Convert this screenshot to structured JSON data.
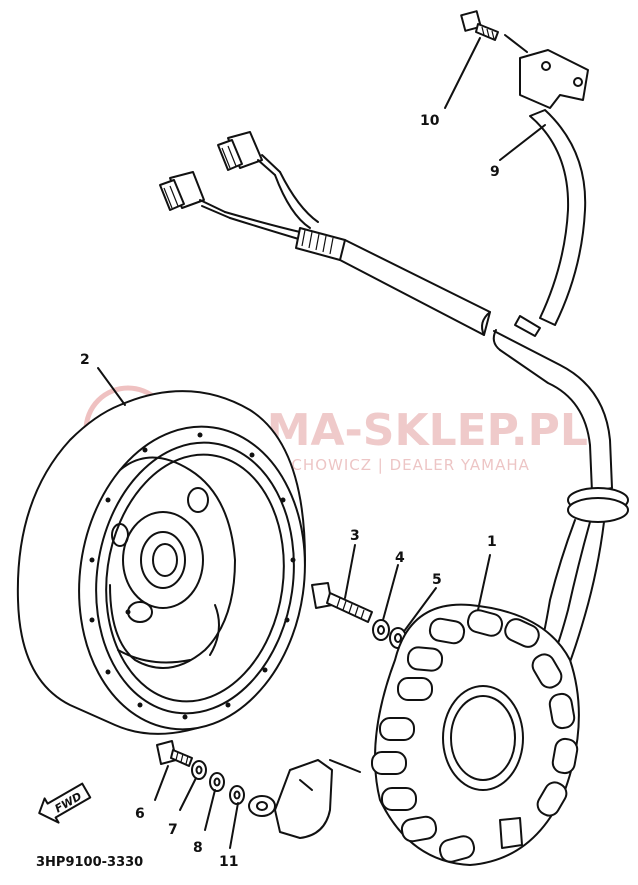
{
  "diagram_code": "3HP9100-3330",
  "fwd_label": "FWD",
  "watermark": {
    "title": "YAMA-SKLEP.PL",
    "subtitle": "WOJCIECHOWICZ | DEALER YAMAHA"
  },
  "callouts": [
    {
      "id": "1",
      "label": "1"
    },
    {
      "id": "2",
      "label": "2"
    },
    {
      "id": "3",
      "label": "3"
    },
    {
      "id": "4",
      "label": "4"
    },
    {
      "id": "5",
      "label": "5"
    },
    {
      "id": "6",
      "label": "6"
    },
    {
      "id": "7",
      "label": "7"
    },
    {
      "id": "8",
      "label": "8"
    },
    {
      "id": "9",
      "label": "9"
    },
    {
      "id": "10",
      "label": "10"
    },
    {
      "id": "11",
      "label": "11"
    }
  ]
}
